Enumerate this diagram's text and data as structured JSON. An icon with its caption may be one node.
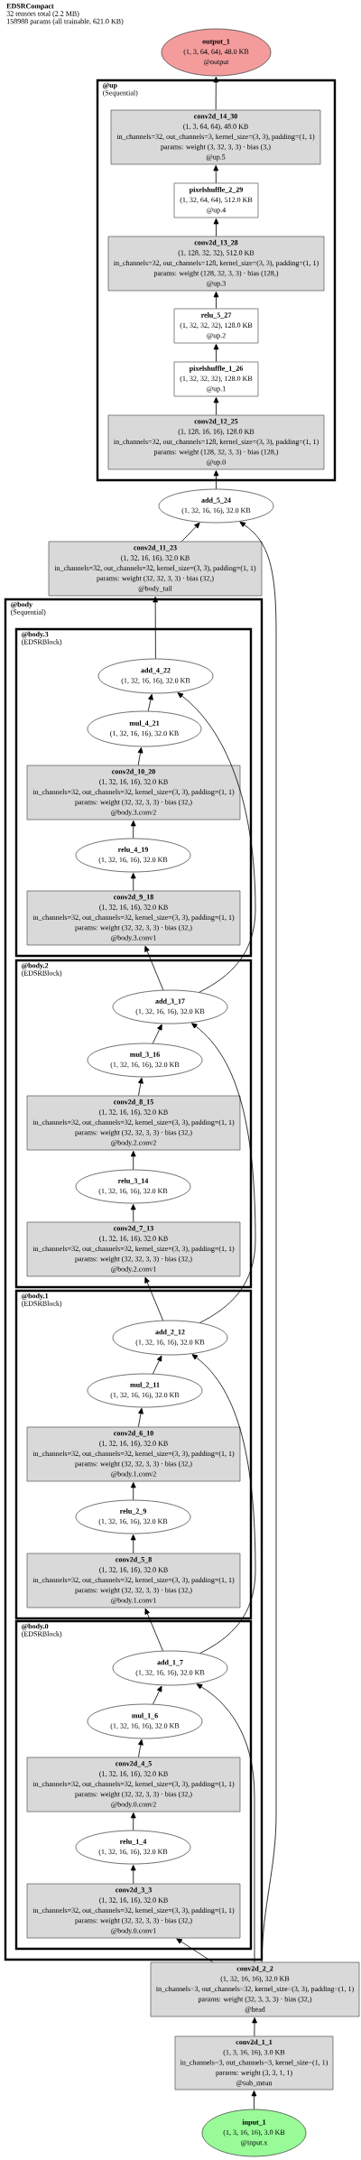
{
  "diagram": {
    "title": "EDSRCompact",
    "labels": [
      "32 tensors total (2.2 MB)",
      "158988 params (all trainable, 621.0 KB)"
    ],
    "nodes": [
      {
        "text": [
          "output_1",
          "(1, 3, 64, 64), 48.0 KB",
          "@output"
        ]
      },
      {
        "text": [
          "@up",
          "(Sequential)"
        ]
      },
      {
        "text": [
          "conv2d_14_30",
          "(1, 3, 64, 64), 48.0 KB",
          "in_channels=32, out_channels=3, kernel_size=(3, 3), padding=(1, 1)",
          "params: weight (3, 32, 3, 3) · bias (3,)",
          "@up.5"
        ],
        "in": 1
      },
      {
        "text": [
          "pixelshuffle_2_29",
          "(1, 32, 64, 64), 512.0 KB",
          "@up.4"
        ],
        "in": 1
      },
      {
        "text": [
          "conv2d_13_28",
          "(1, 128, 32, 32), 512.0 KB",
          "in_channels=32, out_channels=128, kernel_size=(3, 3), padding=(1, 1)",
          "params: weight (128, 32, 3, 3) · bias (128,)",
          "@up.3"
        ],
        "in": 1
      },
      {
        "text": [
          "relu_5_27",
          "(1, 32, 32, 32), 128.0 KB",
          "@up.2"
        ],
        "in": 1
      },
      {
        "text": [
          "pixelshuffle_1_26",
          "(1, 32, 32, 32), 128.0 KB",
          "@up.1"
        ],
        "in": 1
      },
      {
        "text": [
          "conv2d_12_25",
          "(1, 128, 16, 16), 128.0 KB",
          "in_channels=32, out_channels=128, kernel_size=(3, 3), padding=(1, 1)",
          "params: weight (128, 32, 3, 3) · bias (128,)",
          "@up.0"
        ],
        "in": 1
      },
      {
        "text": [
          "add_5_24",
          "(1, 32, 16, 16), 32.0 KB"
        ]
      },
      {
        "text": [
          "conv2d_11_23",
          "(1, 32, 16, 16), 32.0 KB",
          "in_channels=32, out_channels=32, kernel_size=(3, 3), padding=(1, 1)",
          "params: weight (32, 32, 3, 3) · bias (32,)",
          "@body_tail"
        ]
      },
      {
        "text": [
          "@body",
          "(Sequential)"
        ]
      },
      {
        "text": [
          "@body.3",
          "(EDSRBlock)"
        ],
        "in": 10
      },
      {
        "text": [
          "add_4_22",
          "(1, 32, 16, 16), 32.0 KB"
        ],
        "in": 11
      },
      {
        "text": [
          "mul_4_21",
          "(1, 32, 16, 16), 32.0 KB"
        ],
        "in": 11
      },
      {
        "text": [
          "conv2d_10_20",
          "(1, 32, 16, 16), 32.0 KB",
          "in_channels=32, out_channels=32, kernel_size=(3, 3), padding=(1, 1)",
          "params: weight (32, 32, 3, 3) · bias (32,)",
          "@body.3.conv2"
        ],
        "in": 11
      },
      {
        "text": [
          "relu_4_19",
          "(1, 32, 16, 16), 32.0 KB"
        ],
        "in": 11
      },
      {
        "text": [
          "conv2d_9_18",
          "(1, 32, 16, 16), 32.0 KB",
          "in_channels=32, out_channels=32, kernel_size=(3, 3), padding=(1, 1)",
          "params: weight (32, 32, 3, 3) · bias (32,)",
          "@body.3.conv1"
        ],
        "in": 11
      },
      {
        "text": [
          "@body.2",
          "(EDSRBlock)"
        ],
        "in": 10
      },
      {
        "text": [
          "add_3_17",
          "(1, 32, 16, 16), 32.0 KB"
        ],
        "in": 17
      },
      {
        "text": [
          "mul_3_16",
          "(1, 32, 16, 16), 32.0 KB"
        ],
        "in": 17
      },
      {
        "text": [
          "conv2d_8_15",
          "(1, 32, 16, 16), 32.0 KB",
          "in_channels=32, out_channels=32, kernel_size=(3, 3), padding=(1, 1)",
          "params: weight (32, 32, 3, 3) · bias (32,)",
          "@body.2.conv2"
        ],
        "in": 17
      },
      {
        "text": [
          "relu_3_14",
          "(1, 32, 16, 16), 32.0 KB"
        ],
        "in": 17
      },
      {
        "text": [
          "conv2d_7_13",
          "(1, 32, 16, 16), 32.0 KB",
          "in_channels=32, out_channels=32, kernel_size=(3, 3), padding=(1, 1)",
          "params: weight (32, 32, 3, 3) · bias (32,)",
          "@body.2.conv1"
        ],
        "in": 17
      },
      {
        "text": [
          "@body.1",
          "(EDSRBlock)"
        ],
        "in": 10
      },
      {
        "text": [
          "add_2_12",
          "(1, 32, 16, 16), 32.0 KB"
        ],
        "in": 23
      },
      {
        "text": [
          "mul_2_11",
          "(1, 32, 16, 16), 32.0 KB"
        ],
        "in": 23
      },
      {
        "text": [
          "conv2d_6_10",
          "(1, 32, 16, 16), 32.0 KB",
          "in_channels=32, out_channels=32, kernel_size=(3, 3), padding=(1, 1)",
          "params: weight (32, 32, 3, 3) · bias (32,)",
          "@body.1.conv2"
        ],
        "in": 23
      },
      {
        "text": [
          "relu_2_9",
          "(1, 32, 16, 16), 32.0 KB"
        ],
        "in": 23
      },
      {
        "text": [
          "conv2d_5_8",
          "(1, 32, 16, 16), 32.0 KB",
          "in_channels=32, out_channels=32, kernel_size=(3, 3), padding=(1, 1)",
          "params: weight (32, 32, 3, 3) · bias (32,)",
          "@body.1.conv1"
        ],
        "in": 23
      },
      {
        "text": [
          "@body.0",
          "(EDSRBlock)"
        ],
        "in": 10
      },
      {
        "text": [
          "add_1_7",
          "(1, 32, 16, 16), 32.0 KB"
        ],
        "in": 29
      },
      {
        "text": [
          "mul_1_6",
          "(1, 32, 16, 16), 32.0 KB"
        ],
        "in": 29
      },
      {
        "text": [
          "conv2d_4_5",
          "(1, 32, 16, 16), 32.0 KB",
          "in_channels=32, out_channels=32, kernel_size=(3, 3), padding=(1, 1)",
          "params: weight (32, 32, 3, 3) · bias (32,)",
          "@body.0.conv2"
        ],
        "in": 29
      },
      {
        "text": [
          "relu_1_4",
          "(1, 32, 16, 16), 32.0 KB"
        ],
        "in": 29
      },
      {
        "text": [
          "conv2d_3_3",
          "(1, 32, 16, 16), 32.0 KB",
          "in_channels=32, out_channels=32, kernel_size=(3, 3), padding=(1, 1)",
          "params: weight (32, 32, 3, 3) · bias (32,)",
          "@body.0.conv1"
        ],
        "in": 29
      },
      {
        "text": [
          "conv2d_2_2",
          "(1, 32, 16, 16), 32.0 KB",
          "in_channels=3, out_channels=32, kernel_size=(3, 3), padding=(1, 1)",
          "params: weight (32, 3, 3, 3) · bias (32,)",
          "@head"
        ]
      },
      {
        "text": [
          "conv2d_1_1",
          "(1, 3, 16, 16), 3.0 KB",
          "in_channels=3, out_channels=3, kernel_size=(1, 1)",
          "params: weight (3, 3, 1, 1)",
          "@sub_mean"
        ]
      },
      {
        "text": [
          "input_1",
          "(1, 3, 16, 16), 3.0 KB",
          "@input.x"
        ]
      }
    ],
    "edges": [
      {
        "from": 37,
        "to": 36,
        "arrow": "to"
      },
      {
        "from": 36,
        "to": 35,
        "arrow": "to"
      },
      {
        "from": 35,
        "to": 34,
        "arrow": "to"
      },
      {
        "from": 35,
        "to": 30,
        "arrow": "to"
      },
      {
        "from": 35,
        "to": 8,
        "arrow": "to"
      },
      {
        "from": 34,
        "to": 33,
        "arrow": "to"
      },
      {
        "from": 33,
        "to": 32,
        "arrow": "to"
      },
      {
        "from": 32,
        "to": 31,
        "arrow": "to"
      },
      {
        "from": 31,
        "to": 30,
        "arrow": "to"
      },
      {
        "from": 30,
        "to": 28,
        "arrow": "to"
      },
      {
        "from": 30,
        "to": 24,
        "arrow": "to"
      },
      {
        "from": 28,
        "to": 27,
        "arrow": "to"
      },
      {
        "from": 27,
        "to": 26,
        "arrow": "to"
      },
      {
        "from": 26,
        "to": 25,
        "arrow": "to"
      },
      {
        "from": 25,
        "to": 24,
        "arrow": "to"
      },
      {
        "from": 24,
        "to": 22,
        "arrow": "to"
      },
      {
        "from": 24,
        "to": 18,
        "arrow": "to"
      },
      {
        "from": 22,
        "to": 21,
        "arrow": "to"
      },
      {
        "from": 21,
        "to": 20,
        "arrow": "to"
      },
      {
        "from": 20,
        "to": 19,
        "arrow": "to"
      },
      {
        "from": 19,
        "to": 18,
        "arrow": "to"
      },
      {
        "from": 18,
        "to": 16,
        "arrow": "to"
      },
      {
        "from": 18,
        "to": 12,
        "arrow": "to"
      },
      {
        "from": 16,
        "to": 15,
        "arrow": "to"
      },
      {
        "from": 15,
        "to": 14,
        "arrow": "to"
      },
      {
        "from": 14,
        "to": 13,
        "arrow": "to"
      },
      {
        "from": 13,
        "to": 12,
        "arrow": "to"
      },
      {
        "from": 12,
        "to": 9,
        "arrow": "to"
      },
      {
        "from": 9,
        "to": 8,
        "arrow": "to"
      },
      {
        "from": 8,
        "to": 7,
        "arrow": "to"
      },
      {
        "from": 7,
        "to": 6,
        "arrow": "to"
      },
      {
        "from": 6,
        "to": 5,
        "arrow": "to"
      },
      {
        "from": 5,
        "to": 4,
        "arrow": "to"
      },
      {
        "from": 4,
        "to": 3,
        "arrow": "to"
      },
      {
        "from": 3,
        "to": 2,
        "arrow": "to"
      },
      {
        "from": 2,
        "to": 0,
        "arrow": "to"
      }
    ]
  }
}
